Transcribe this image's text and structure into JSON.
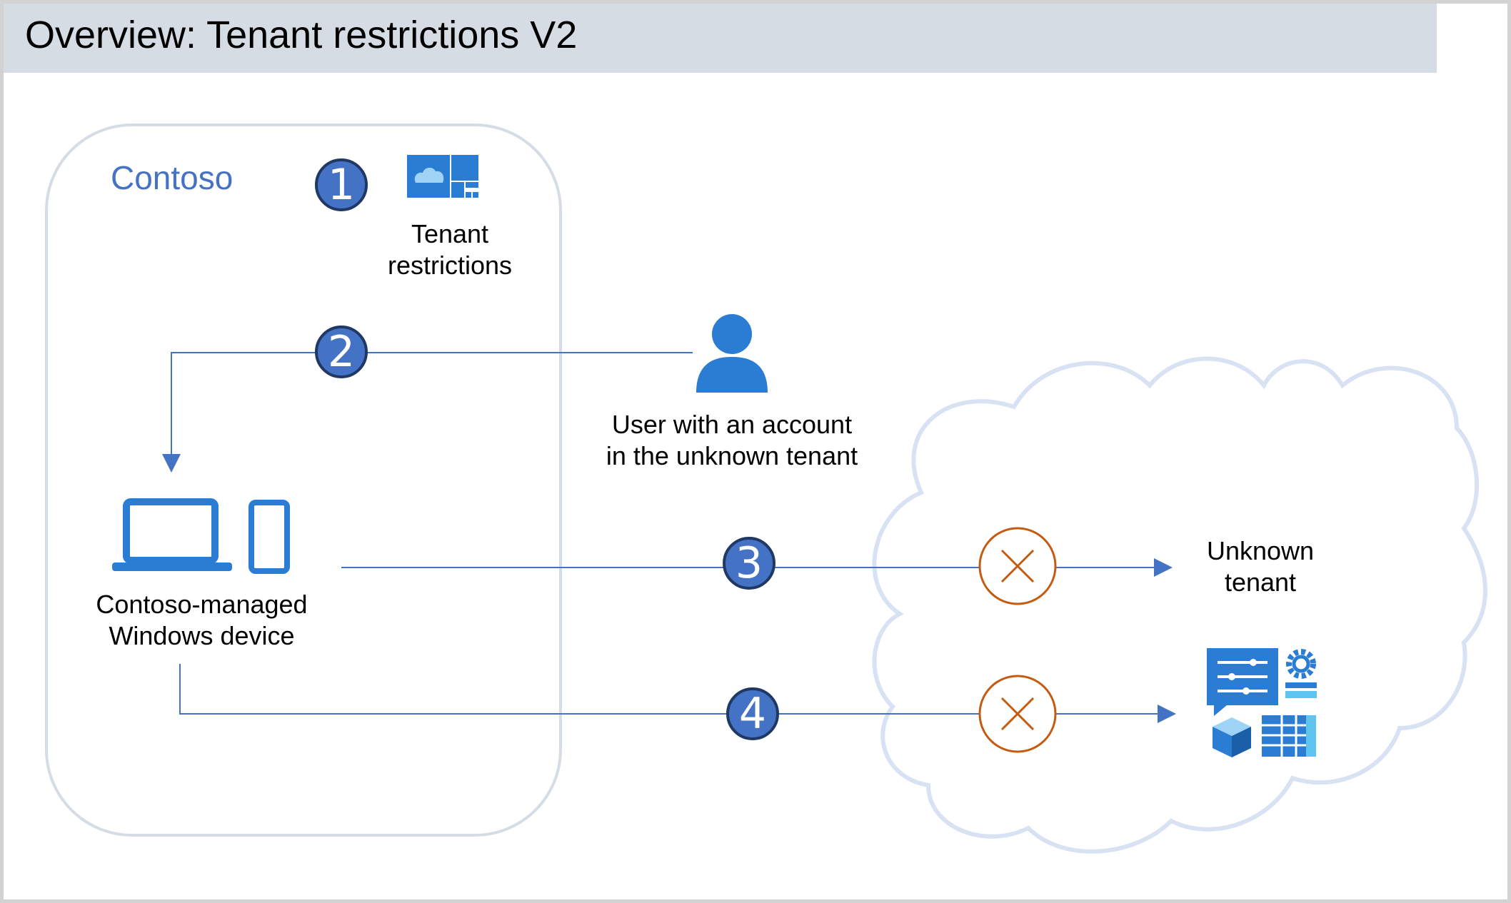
{
  "title": "Overview: Tenant restrictions V2",
  "org": {
    "name": "Contoso"
  },
  "tenant_restrictions": {
    "line1": "Tenant",
    "line2": "restrictions",
    "icon": "tenant-restrictions-icon"
  },
  "user": {
    "line1": "User with an account",
    "line2": "in the unknown tenant",
    "icon": "user-icon"
  },
  "device": {
    "line1": "Contoso-managed",
    "line2": "Windows device",
    "icons": [
      "laptop-icon",
      "phone-icon"
    ]
  },
  "unknown_tenant": {
    "line1": "Unknown",
    "line2": "tenant",
    "icon": "cloud-icon"
  },
  "apps": {
    "icon": "tenant-apps-icon"
  },
  "steps": [
    "1",
    "2",
    "3",
    "4"
  ],
  "blocked_icon": "blocked-x-icon",
  "colors": {
    "accent": "#4472c4",
    "step_border": "#203864",
    "icon_blue": "#2b7cd3",
    "blocked": "#c55a11",
    "title_bar": "#d6dce4",
    "cloud_outline": "#d9e2f3",
    "boundary": "#d6dce4"
  }
}
